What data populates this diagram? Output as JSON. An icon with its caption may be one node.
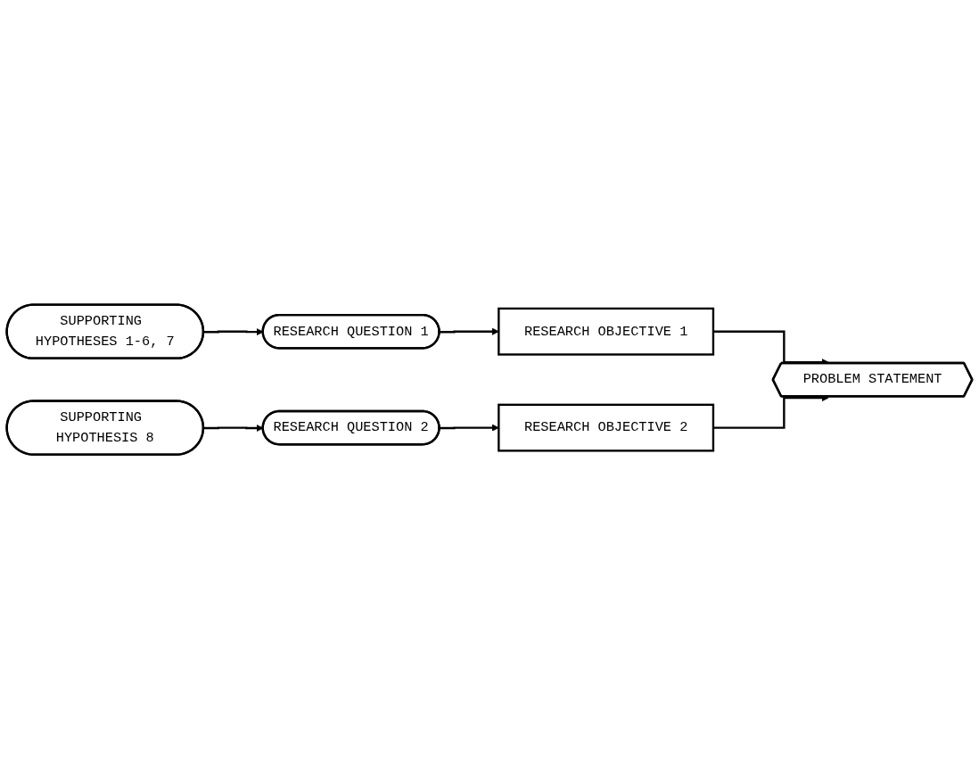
{
  "diagram": {
    "nodes": [
      {
        "text": [
          "RESEARCH QUESTION 1"
        ]
      },
      {
        "text": [
          "RESEARCH OBJECTIVE 1"
        ]
      },
      {
        "text": [
          "SUPPORTING HYPOTHESES 1-6, 7"
        ]
      },
      {
        "text": [
          "PROBLEM STATEMENT"
        ]
      },
      {
        "text": [
          "RESEARCH QUESTION 2"
        ]
      },
      {
        "text": [
          "RESEARCH OBJECTIVE 2"
        ]
      },
      {
        "text": [
          "SUPPORTING HYPOTHESIS 8"
        ]
      }
    ],
    "edges": [
      {
        "from": 2,
        "to": 0,
        "arrow": "to"
      },
      {
        "from": 0,
        "to": 1,
        "arrow": "to"
      },
      {
        "from": 1,
        "to": 3,
        "arrow": "to"
      },
      {
        "from": 6,
        "to": 4,
        "arrow": "to"
      },
      {
        "from": 4,
        "to": 5,
        "arrow": "to"
      },
      {
        "from": 5,
        "to": 3,
        "arrow": "to"
      }
    ]
  }
}
